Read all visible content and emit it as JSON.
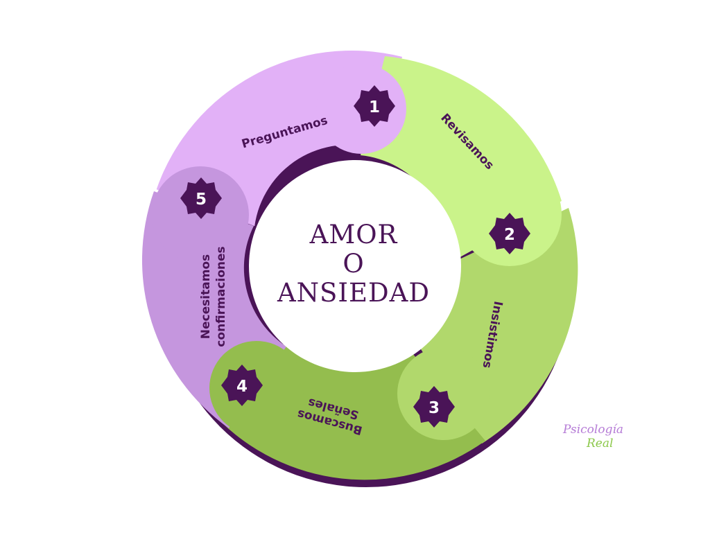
{
  "center": {
    "line1": "AMOR",
    "line2": "O",
    "line3": "ANSIEDAD"
  },
  "steps": [
    {
      "number": "1",
      "label": "Revisamos"
    },
    {
      "number": "2",
      "label": "Insistimos"
    },
    {
      "number": "3",
      "label": "Buscamos Señales"
    },
    {
      "number": "4",
      "label": "Necesitamos confirmaciones"
    },
    {
      "number": "5",
      "label": "Preguntamos"
    }
  ],
  "labels_multiline": {
    "step4_line1": "Necesitamos",
    "step4_line2": "confirmaciones",
    "step3_line1": "Buscamos",
    "step3_line2": "Señales"
  },
  "logo": {
    "line1": "Psicología",
    "line2": "Real"
  },
  "colors": {
    "dark_purple": "#4a1457",
    "lilac": "#e2b1f7",
    "lilac_dark": "#c596de",
    "lime": "#caf38a",
    "green_mid": "#b1d86c",
    "green_dark": "#94bd4e"
  }
}
